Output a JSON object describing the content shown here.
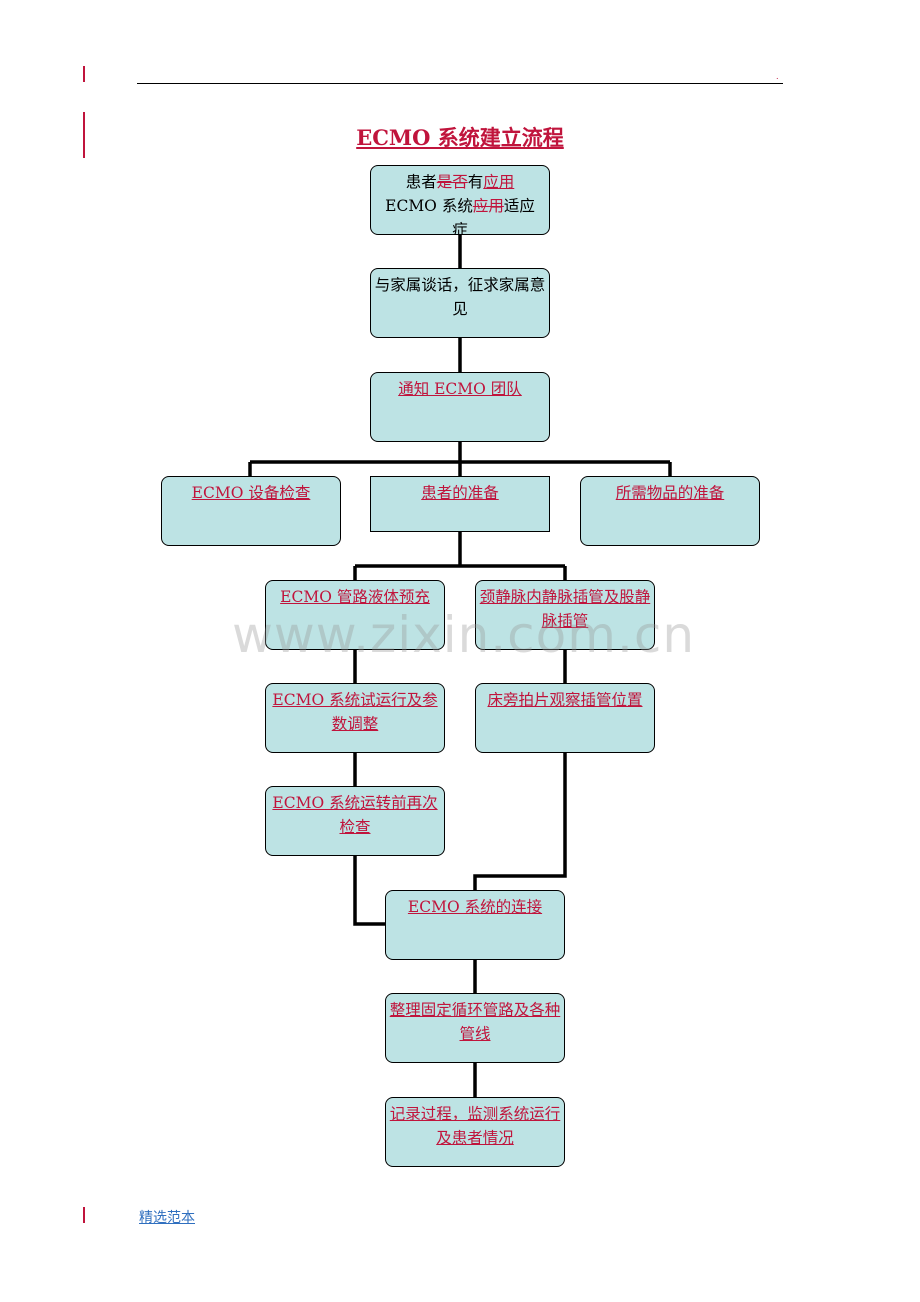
{
  "header": {
    "mark": "."
  },
  "title": "ECMO 系统建立流程",
  "flow": {
    "step1": {
      "p1": "患者",
      "p2": "是否",
      "p3": "有",
      "p4": "应用",
      "p5": "ECMO 系统",
      "p6": "应用",
      "p7": "适应",
      "p8": "症"
    },
    "step2": "与家属谈话，征求家属意见",
    "step3": "通知 ECMO 团队",
    "branch_left": "ECMO 设备检查",
    "branch_center": "患者的准备",
    "branch_right": "所需物品的准备",
    "left1": "ECMO 管路液体预充",
    "left2": "ECMO 系统试运行及参数调整",
    "left3": "ECMO 系统运转前再次检查",
    "right1": "颈静脉内静脉插管及股静脉插管",
    "right2": "床旁拍片观察插管位置",
    "connect": "ECMO 系统的连接",
    "step_fix": "整理固定循环管路及各种管线",
    "step_record": "记录过程，监测系统运行及患者情况"
  },
  "watermark": "www.zixin.com.cn",
  "footer": "精选范本"
}
